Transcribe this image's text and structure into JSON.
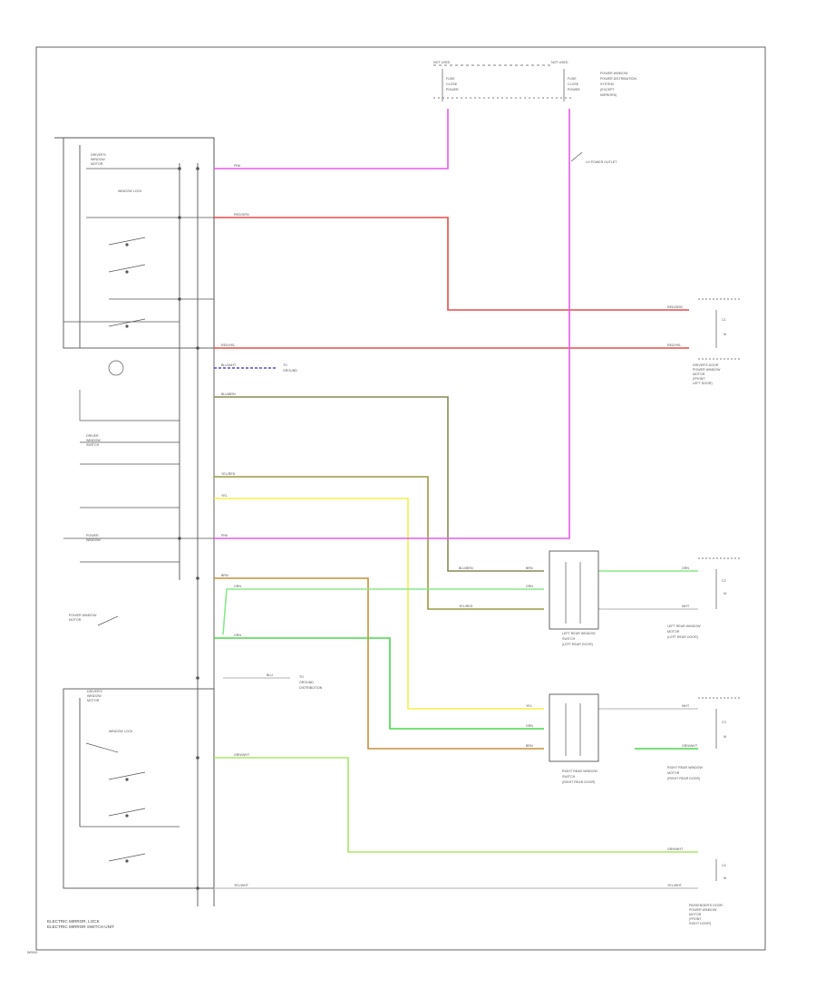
{
  "diagram": {
    "footer_code": "W0000",
    "components": {
      "main_switch_lines": [
        "ELECTRIC MIRROR, LOCK",
        "ELECTRIC MIRROR SWITCH UNIT"
      ],
      "window_lock_label": "WINDOW LOCK",
      "window_motor_lines": [
        "POWER WINDOW",
        "MOTOR"
      ],
      "driver_relay_lines": [
        "DRIVER'S",
        "WINDOW",
        "MOTOR"
      ],
      "driver_window_lines": [
        "DRIVER",
        "WINDOW",
        "SWITCH"
      ],
      "pass_switch_lines": [
        "POWER",
        "WINDOW"
      ],
      "top_left_conn": [
        "NOT USED",
        "FUSE",
        "CLOSE",
        "POWER"
      ],
      "top_right_conn": [
        "NOT USED",
        "FUSE",
        "CLOSE",
        "POWER"
      ],
      "top_right_lines": [
        "POWER WINDOW",
        "POWER DISTRIBUTION",
        "SYSTEM",
        "(EXCEPT",
        "MIRRORS)"
      ],
      "ground_label": "LH POWER OUTLET",
      "driver_door_lines": [
        "DRIVER'S DOOR",
        "POWER WINDOW",
        "MOTOR",
        "(FRONT",
        "LEFT DOOR)"
      ],
      "left_rear_lines": [
        "LEFT REAR WINDOW",
        "SWITCH",
        "(LEFT REAR DOOR)"
      ],
      "left_rear_right_lines": [
        "LEFT REAR WINDOW",
        "MOTOR",
        "(LEFT REAR DOOR)"
      ],
      "right_rear_lines": [
        "RIGHT REAR WINDOW",
        "SWITCH",
        "(RIGHT REAR DOOR)"
      ],
      "right_rear_right_lines": [
        "RIGHT REAR WINDOW",
        "MOTOR",
        "(RIGHT REAR DOOR)"
      ],
      "passenger_lines": [
        "PASSENGER'S DOOR",
        "POWER WINDOW",
        "MOTOR",
        "(FRONT",
        "RIGHT DOOR)"
      ],
      "ground_ref_lines": [
        "TO",
        "GROUND"
      ],
      "dlc_lines": [
        "TO",
        "GROUND",
        "DISTRIBUTION"
      ]
    },
    "wires": [
      {
        "id": "pink-top",
        "label": "PNK",
        "color": "#e85ae8"
      },
      {
        "id": "red-top",
        "label": "RED/GRN",
        "color": "#ea4a4a"
      },
      {
        "id": "red-mid",
        "label": "RED/YEL",
        "color": "#ea4a4a"
      },
      {
        "id": "blue",
        "label": "BLU/WHT",
        "color": "#4a4ae0"
      },
      {
        "id": "olive-1",
        "label": "BLU/BRN",
        "color": "#8a8a55"
      },
      {
        "id": "olive-2",
        "label": "YEL/RED",
        "color": "#9a9a40"
      },
      {
        "id": "yellow",
        "label": "YEL",
        "color": "#f2f248"
      },
      {
        "id": "pink-mid",
        "label": "PNK",
        "color": "#e85ae8"
      },
      {
        "id": "orange",
        "label": "BRN",
        "color": "#c8903a"
      },
      {
        "id": "lt-green",
        "label": "GRN",
        "color": "#8ae88a"
      },
      {
        "id": "green",
        "label": "GRN",
        "color": "#48d848"
      },
      {
        "id": "lime",
        "label": "GRN/WHT",
        "color": "#a8e868"
      },
      {
        "id": "gray",
        "label": "YEL/WHT",
        "color": "#cccccc"
      }
    ],
    "connector_labels": [
      "RED/GRN",
      "RED/YEL",
      "BLU/BRN",
      "BRN",
      "YEL/RED",
      "GRN",
      "YEL",
      "GRN",
      "BRN",
      "GRN/WHT",
      "YEL/WHT",
      "WHT",
      "GRN",
      "BLU",
      "GRN/WHT",
      "WHT"
    ],
    "pin_labels": [
      "C1",
      "C2",
      "C3",
      "C4"
    ],
    "motor_marks": [
      "M",
      "M",
      "M",
      "M"
    ]
  }
}
